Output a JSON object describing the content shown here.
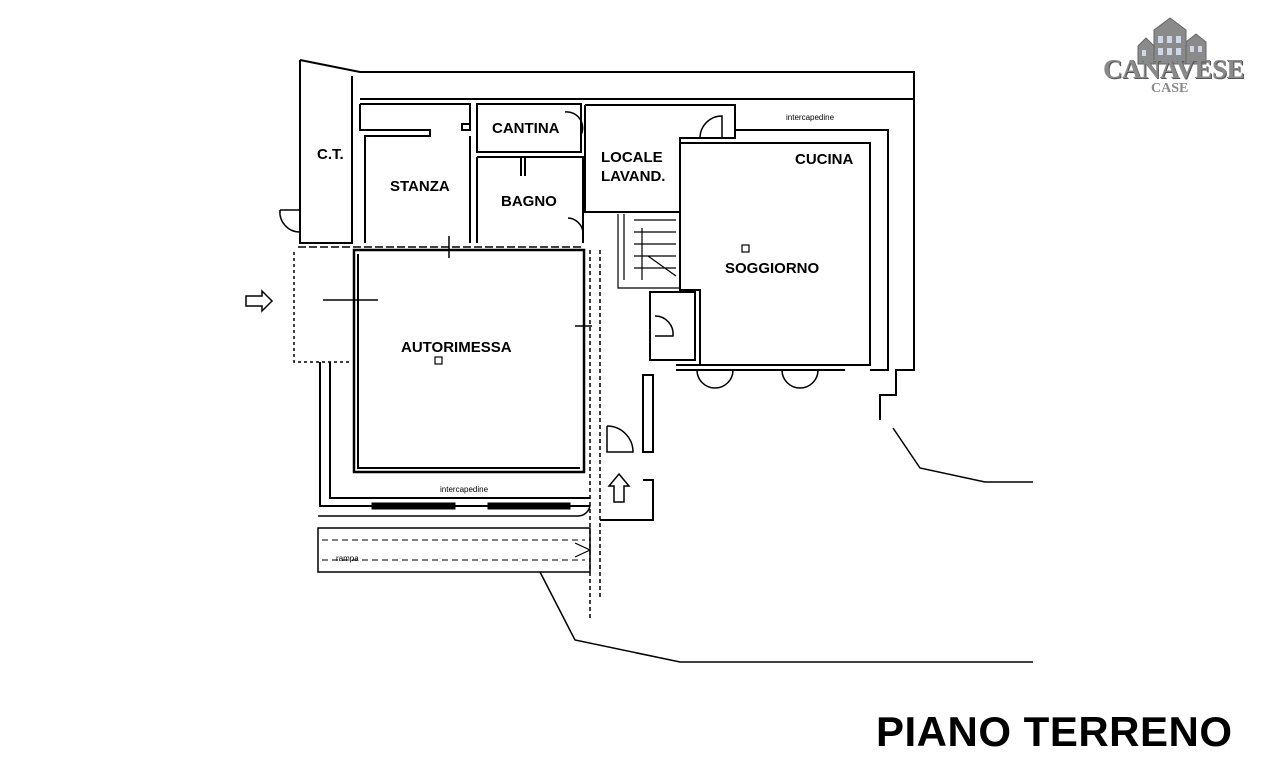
{
  "rooms": {
    "ct": "C.T.",
    "stanza": "STANZA",
    "cantina": "CANTINA",
    "bagno": "BAGNO",
    "locale": "LOCALE",
    "lavand": "LAVAND.",
    "cucina": "CUCINA",
    "soggiorno": "SOGGIORNO",
    "autorimessa": "AUTORIMESSA"
  },
  "labels": {
    "intercapedine_top": "intercapedine",
    "intercapedine_bottom": "intercapedine",
    "rampa": "rampa"
  },
  "title": "PIANO TERRENO",
  "logo": {
    "brand": "CANAVESE",
    "sub": "CASE"
  }
}
